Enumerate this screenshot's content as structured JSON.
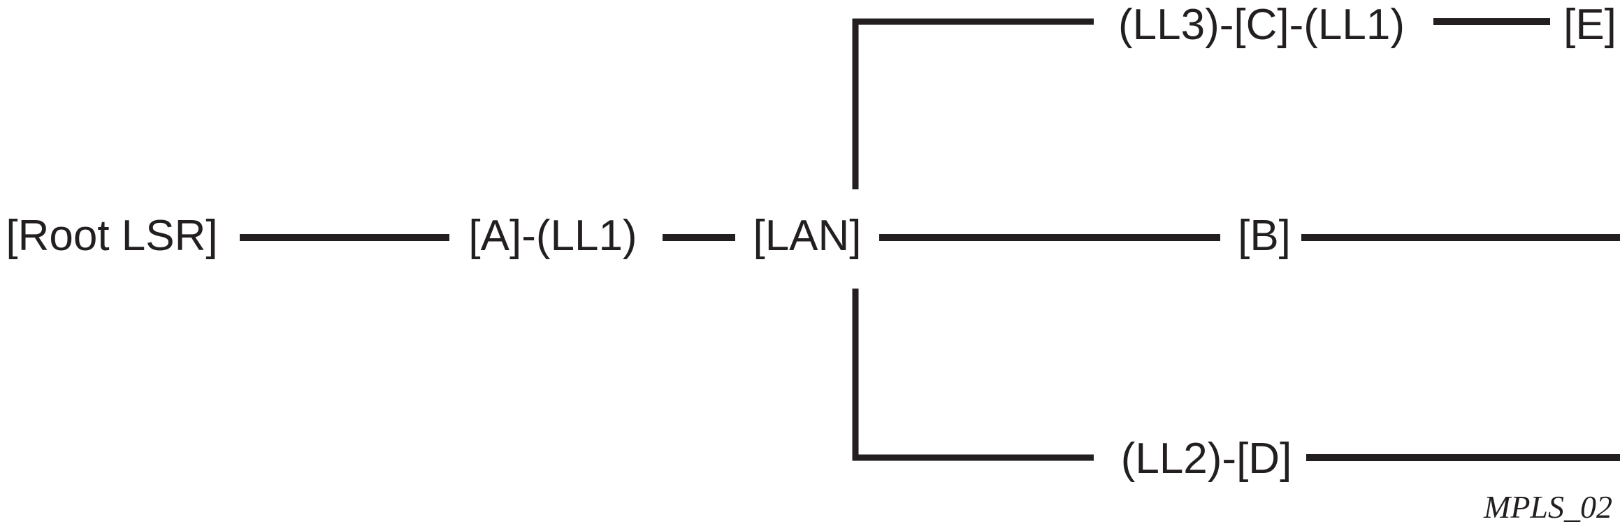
{
  "diagram": {
    "figure_id": "MPLS_02",
    "ink_color": "#231f20",
    "background_color": "#ffffff",
    "nodes": {
      "root_lsr": "[Root LSR]",
      "a_ll1": "[A]-(LL1)",
      "lan": "[LAN]",
      "b": "[B]",
      "ll3_c_ll1": "(LL3)-[C]-(LL1)",
      "e": "[E]",
      "ll2_d": "(LL2)-[D]"
    }
  }
}
